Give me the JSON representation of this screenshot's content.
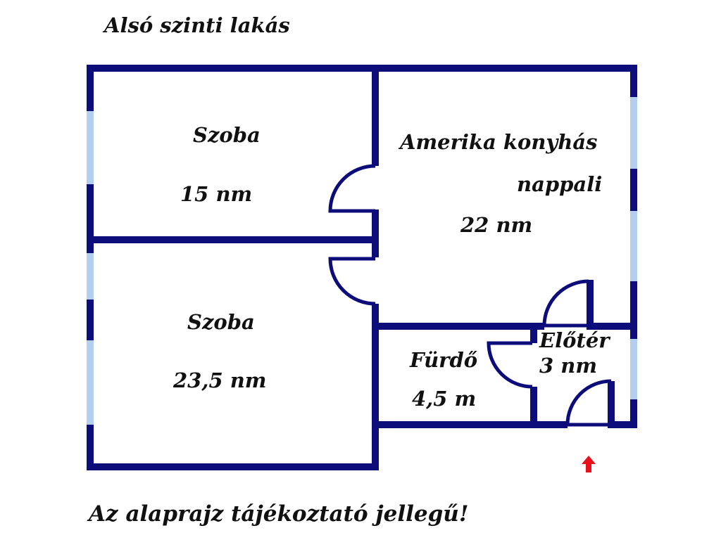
{
  "title": "Alsó szinti lakás",
  "note": "Az alaprajz tájékoztató jellegű!",
  "rooms": [
    {
      "name": "Szoba",
      "area": "15 nm"
    },
    {
      "name": "Szoba",
      "area": "23,5 nm"
    },
    {
      "name_line1": "Amerika konyhás",
      "name_line2": "nappali",
      "area": "22 nm"
    },
    {
      "name": "Fürdő",
      "area": "4,5 m"
    },
    {
      "name": "Előtér",
      "area": "3 nm"
    }
  ],
  "colors": {
    "wall": "#0c0c7a",
    "window": "#b4cfee",
    "entrance_arrow": "#e8101a",
    "text": "#111111"
  },
  "icons": [
    "entrance-arrow-icon"
  ]
}
